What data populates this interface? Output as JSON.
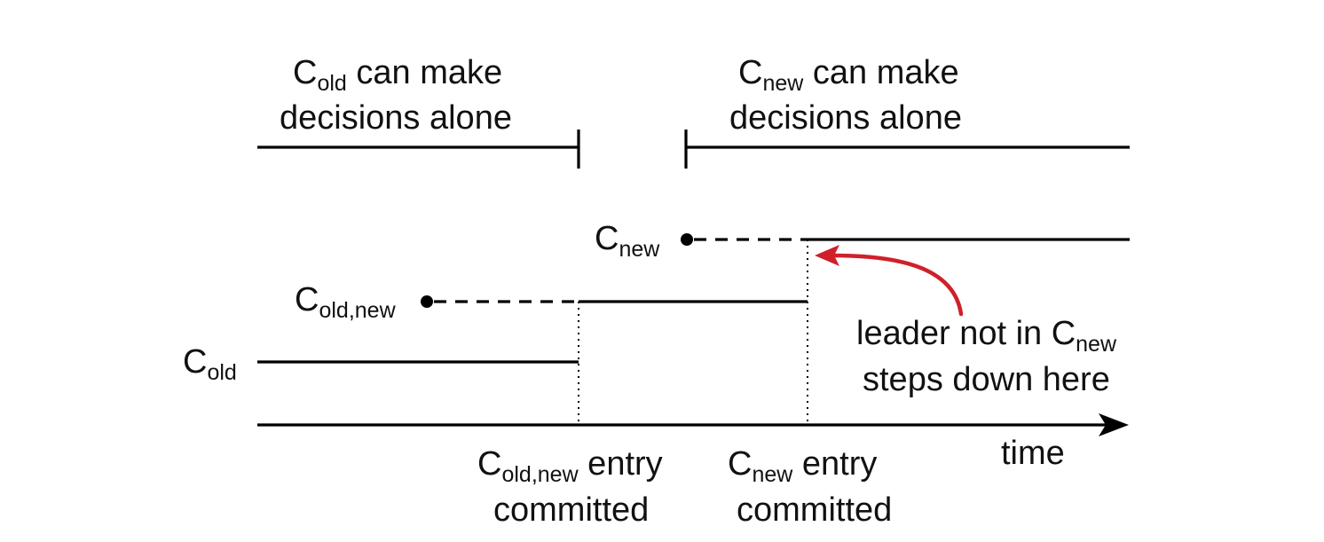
{
  "top_labels": {
    "old_alone": {
      "base": "C",
      "sub": "old",
      "line1_rest": " can make",
      "line2": "decisions alone"
    },
    "new_alone": {
      "base": "C",
      "sub": "new",
      "line1_rest": " can make",
      "line2": "decisions alone"
    }
  },
  "config_labels": {
    "c_new": {
      "base": "C",
      "sub": "new"
    },
    "c_old_new": {
      "base": "C",
      "sub": "old,new"
    },
    "c_old": {
      "base": "C",
      "sub": "old"
    }
  },
  "axis": {
    "label": "time"
  },
  "bottom_labels": {
    "old_new_committed": {
      "base": "C",
      "sub": "old,new",
      "line1_rest": " entry",
      "line2": "committed"
    },
    "new_committed": {
      "base": "C",
      "sub": "new",
      "line1_rest": " entry",
      "line2": "committed"
    }
  },
  "annotation": {
    "line1": "leader not in C",
    "line1_sub": "new",
    "line2": "steps down here",
    "arrow_color": "#d0202a"
  }
}
